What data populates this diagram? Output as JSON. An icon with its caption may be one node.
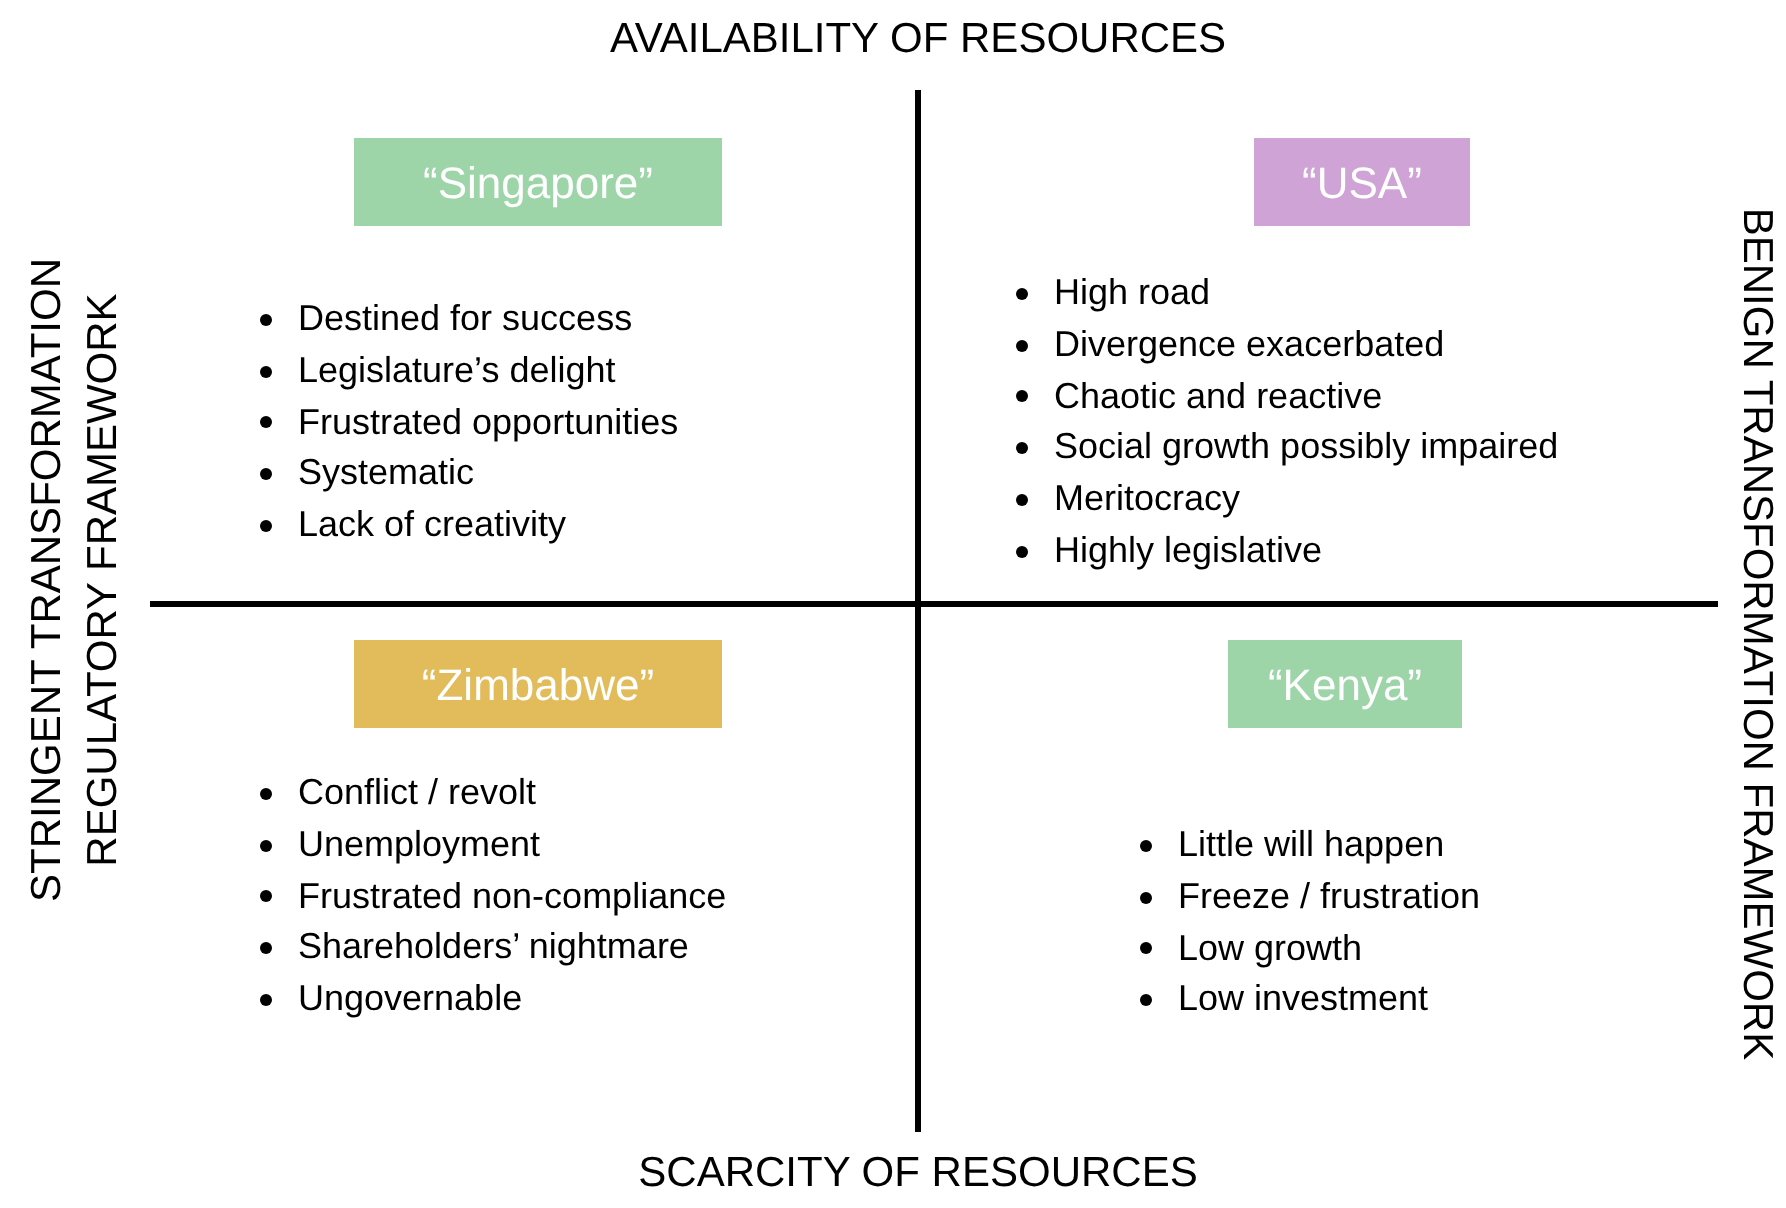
{
  "diagram": {
    "nodes": [
      {
        "text": [
          "“Singapore”"
        ],
        "beside": [
          "Destined for success",
          "Legislature’s delight",
          "Frustrated opportunities",
          "Systematic",
          "Lack of creativity"
        ]
      },
      {
        "text": [
          "“USA”"
        ],
        "beside": [
          "High road",
          "Divergence exacerbated",
          "Chaotic and reactive",
          "Social growth possibly impaired",
          "Meritocracy",
          "Highly legislative"
        ]
      },
      {
        "text": [
          "“Zimbabwe”"
        ],
        "beside": [
          "Conflict / revolt",
          "Unemployment",
          "Frustrated non-compliance",
          "Shareholders’ nightmare",
          "Ungovernable"
        ]
      },
      {
        "text": [
          "“Kenya”"
        ],
        "beside": [
          "Little will happen",
          "Freeze / frustration",
          "Low growth",
          "Low investment"
        ]
      }
    ],
    "labels": [
      "AVAILABILITY OF RESOURCES",
      "STRINGENT TRANSFORMATION REGULATORY FRAMEWORK",
      "BENIGN TRANSFORMATION FRAMEWORK",
      "SCARCITY OF RESOURCES"
    ]
  }
}
